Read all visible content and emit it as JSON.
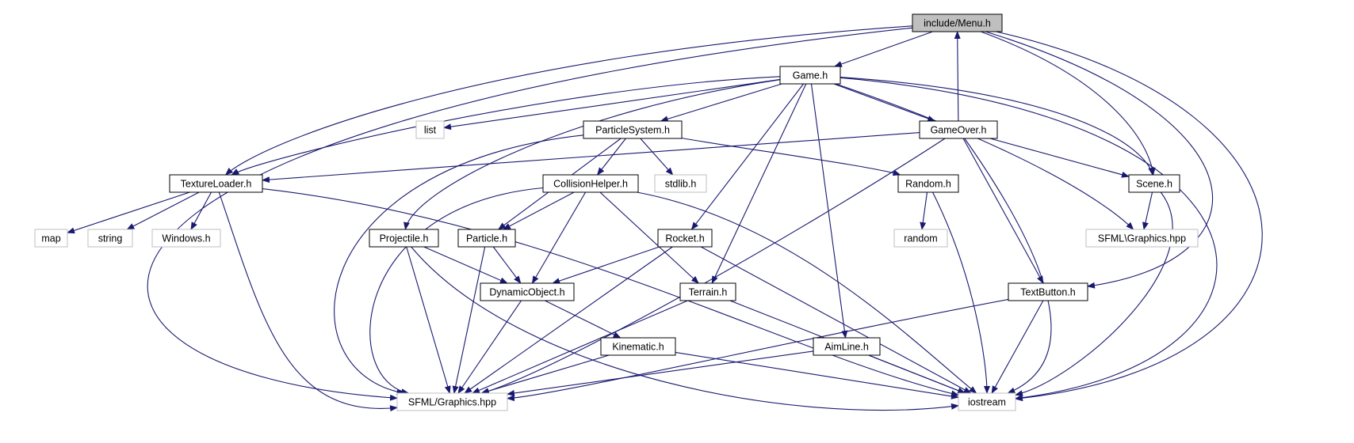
{
  "graph": {
    "root": "include/Menu.h",
    "nodes": [
      {
        "id": "menu",
        "label": "include/Menu.h",
        "kind": "root"
      },
      {
        "id": "game",
        "label": "Game.h",
        "kind": "local"
      },
      {
        "id": "list",
        "label": "list",
        "kind": "external"
      },
      {
        "id": "psys",
        "label": "ParticleSystem.h",
        "kind": "local"
      },
      {
        "id": "gameover",
        "label": "GameOver.h",
        "kind": "local"
      },
      {
        "id": "texload",
        "label": "TextureLoader.h",
        "kind": "local"
      },
      {
        "id": "collision",
        "label": "CollisionHelper.h",
        "kind": "local"
      },
      {
        "id": "stdlib",
        "label": "stdlib.h",
        "kind": "external"
      },
      {
        "id": "random_h",
        "label": "Random.h",
        "kind": "local"
      },
      {
        "id": "scene",
        "label": "Scene.h",
        "kind": "local"
      },
      {
        "id": "map",
        "label": "map",
        "kind": "external"
      },
      {
        "id": "string",
        "label": "string",
        "kind": "external"
      },
      {
        "id": "windows",
        "label": "Windows.h",
        "kind": "external"
      },
      {
        "id": "projectile",
        "label": "Projectile.h",
        "kind": "local"
      },
      {
        "id": "particle",
        "label": "Particle.h",
        "kind": "local"
      },
      {
        "id": "rocket",
        "label": "Rocket.h",
        "kind": "local"
      },
      {
        "id": "random",
        "label": "random",
        "kind": "external"
      },
      {
        "id": "sfml_bs",
        "label": "SFML\\Graphics.hpp",
        "kind": "external"
      },
      {
        "id": "dynobj",
        "label": "DynamicObject.h",
        "kind": "local"
      },
      {
        "id": "terrain",
        "label": "Terrain.h",
        "kind": "local"
      },
      {
        "id": "textbutton",
        "label": "TextButton.h",
        "kind": "local"
      },
      {
        "id": "kinematic",
        "label": "Kinematic.h",
        "kind": "local"
      },
      {
        "id": "aimline",
        "label": "AimLine.h",
        "kind": "local"
      },
      {
        "id": "sfml",
        "label": "SFML/Graphics.hpp",
        "kind": "external"
      },
      {
        "id": "iostream",
        "label": "iostream",
        "kind": "external"
      }
    ],
    "edges": [
      {
        "from": "menu",
        "to": "game"
      },
      {
        "from": "menu",
        "to": "texload"
      },
      {
        "from": "menu",
        "to": "scene"
      },
      {
        "from": "menu",
        "to": "textbutton"
      },
      {
        "from": "menu",
        "to": "sfml"
      },
      {
        "from": "menu",
        "to": "iostream"
      },
      {
        "from": "game",
        "to": "list"
      },
      {
        "from": "game",
        "to": "psys"
      },
      {
        "from": "game",
        "to": "gameover"
      },
      {
        "from": "game",
        "to": "texload"
      },
      {
        "from": "game",
        "to": "scene"
      },
      {
        "from": "game",
        "to": "projectile"
      },
      {
        "from": "game",
        "to": "rocket"
      },
      {
        "from": "game",
        "to": "terrain"
      },
      {
        "from": "game",
        "to": "aimline"
      },
      {
        "from": "game",
        "to": "sfml_bs"
      },
      {
        "from": "game",
        "to": "iostream"
      },
      {
        "from": "gameover",
        "to": "menu"
      },
      {
        "from": "gameover",
        "to": "texload"
      },
      {
        "from": "gameover",
        "to": "scene"
      },
      {
        "from": "gameover",
        "to": "textbutton"
      },
      {
        "from": "gameover",
        "to": "sfml"
      },
      {
        "from": "gameover",
        "to": "iostream"
      },
      {
        "from": "psys",
        "to": "collision"
      },
      {
        "from": "psys",
        "to": "stdlib"
      },
      {
        "from": "psys",
        "to": "random_h"
      },
      {
        "from": "psys",
        "to": "particle"
      },
      {
        "from": "psys",
        "to": "sfml"
      },
      {
        "from": "texload",
        "to": "map"
      },
      {
        "from": "texload",
        "to": "string"
      },
      {
        "from": "texload",
        "to": "windows"
      },
      {
        "from": "texload",
        "to": "sfml"
      },
      {
        "from": "texload",
        "to": "iostream"
      },
      {
        "from": "collision",
        "to": "particle"
      },
      {
        "from": "collision",
        "to": "dynobj"
      },
      {
        "from": "collision",
        "to": "terrain"
      },
      {
        "from": "collision",
        "to": "sfml"
      },
      {
        "from": "collision",
        "to": "iostream"
      },
      {
        "from": "random_h",
        "to": "random"
      },
      {
        "from": "random_h",
        "to": "iostream"
      },
      {
        "from": "scene",
        "to": "sfml_bs"
      },
      {
        "from": "scene",
        "to": "iostream"
      },
      {
        "from": "projectile",
        "to": "dynobj"
      },
      {
        "from": "projectile",
        "to": "sfml"
      },
      {
        "from": "projectile",
        "to": "iostream"
      },
      {
        "from": "particle",
        "to": "dynobj"
      },
      {
        "from": "particle",
        "to": "sfml"
      },
      {
        "from": "rocket",
        "to": "dynobj"
      },
      {
        "from": "rocket",
        "to": "sfml"
      },
      {
        "from": "rocket",
        "to": "iostream"
      },
      {
        "from": "dynobj",
        "to": "kinematic"
      },
      {
        "from": "dynobj",
        "to": "sfml"
      },
      {
        "from": "terrain",
        "to": "sfml"
      },
      {
        "from": "terrain",
        "to": "iostream"
      },
      {
        "from": "textbutton",
        "to": "sfml"
      },
      {
        "from": "textbutton",
        "to": "iostream"
      },
      {
        "from": "kinematic",
        "to": "sfml"
      },
      {
        "from": "kinematic",
        "to": "iostream"
      },
      {
        "from": "aimline",
        "to": "sfml"
      },
      {
        "from": "aimline",
        "to": "iostream"
      }
    ]
  },
  "colors": {
    "edge": "#191970",
    "root_fill": "#bfbfbf",
    "node_border": "#000000",
    "external_border": "#bfbfbf",
    "background": "#ffffff"
  }
}
